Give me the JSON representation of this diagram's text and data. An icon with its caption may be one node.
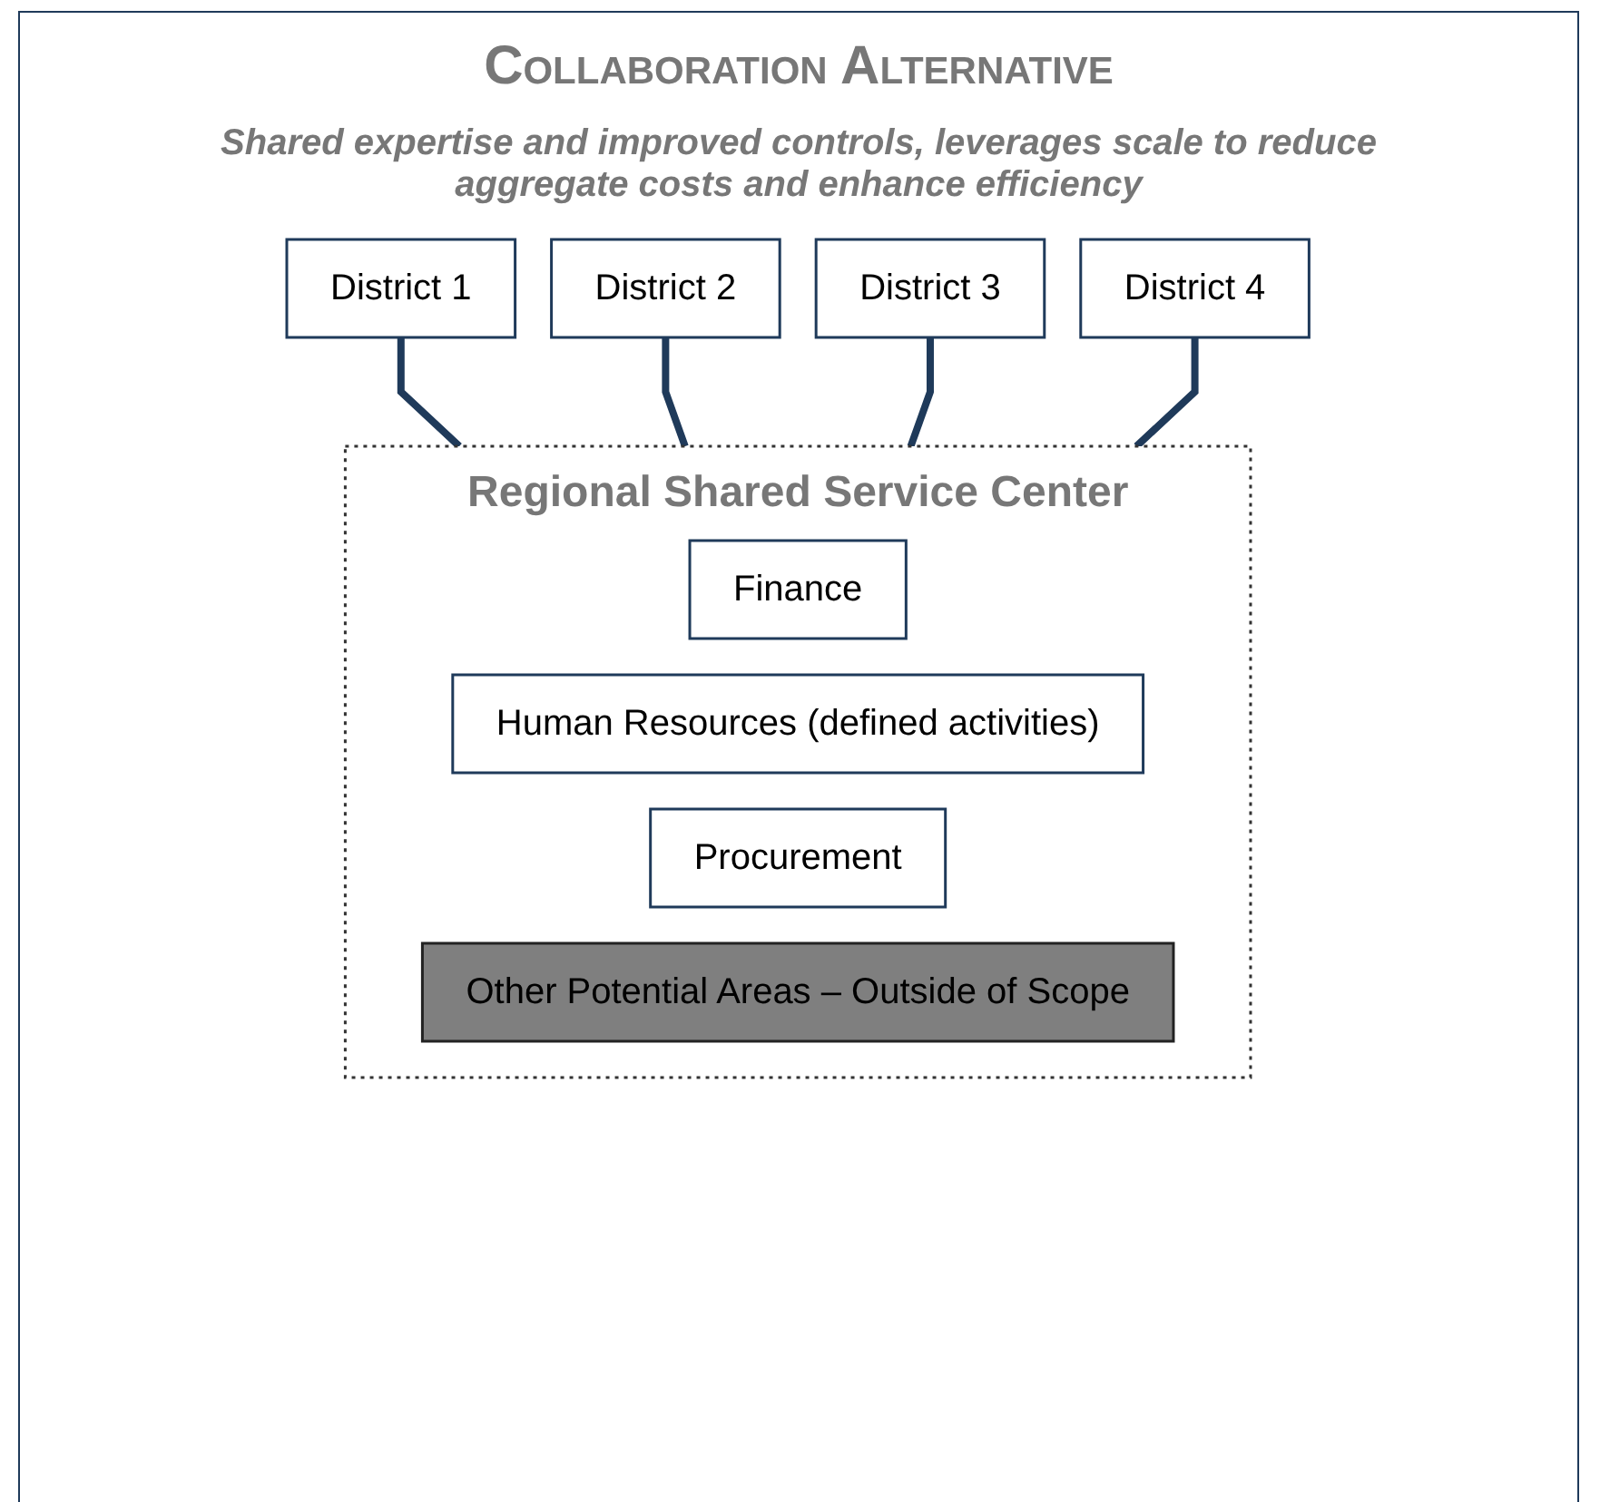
{
  "diagram": {
    "title": "Collaboration Alternative",
    "nodes": [
      {
        "text": [
          "District 1"
        ]
      },
      {
        "text": [
          "District 2"
        ]
      },
      {
        "text": [
          "District 3"
        ]
      },
      {
        "text": [
          "District 4"
        ]
      },
      {
        "text": [
          "Regional Shared Service Center"
        ]
      },
      {
        "text": [
          "Finance"
        ],
        "in": 4
      },
      {
        "text": [
          "Human Resources (defined activities)"
        ],
        "in": 4
      },
      {
        "text": [
          "Procurement"
        ],
        "in": 4
      },
      {
        "text": [
          "Other Potential Areas – Outside of Scope"
        ],
        "in": 4
      }
    ],
    "edges": [
      {
        "from": 0,
        "to": 4,
        "arrow": "none"
      },
      {
        "from": 1,
        "to": 4,
        "arrow": "none"
      },
      {
        "from": 2,
        "to": 4,
        "arrow": "none"
      },
      {
        "from": 3,
        "to": 4,
        "arrow": "none"
      }
    ],
    "labels": [
      "Shared expertise and improved controls, leverages scale to reduce aggregate costs and enhance efficiency"
    ]
  }
}
